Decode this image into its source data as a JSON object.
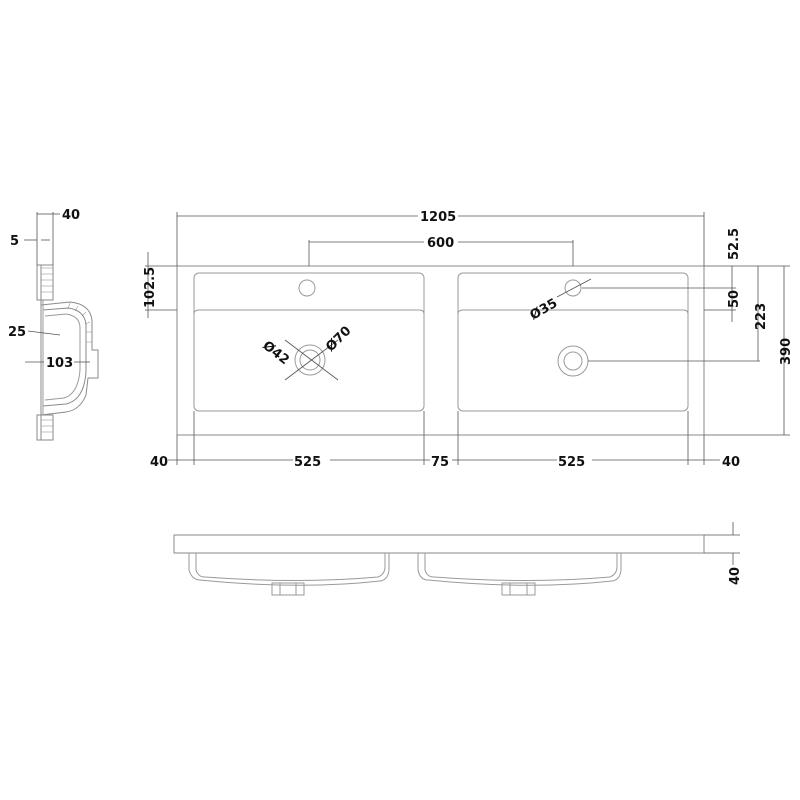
{
  "drawing": {
    "title": "Double basin vanity top technical drawing",
    "units": "mm",
    "side_view": {
      "dim_top_thickness": "40",
      "dim_wall": "5",
      "dim_basin_offset": "25",
      "dim_basin_depth": "103"
    },
    "plan_view": {
      "dim_overall_width": "1205",
      "dim_tap_centres": "600",
      "dim_front_edge": "102.5",
      "dim_tap_from_back": "52.5",
      "dim_tap_to_bowl": "50",
      "dim_waste_from_back": "223",
      "dim_overall_depth": "390",
      "dim_tap_hole_dia": "Ø35",
      "dim_waste_inner_dia": "Ø42",
      "dim_waste_outer_dia": "Ø70",
      "bottom_dims": [
        "40",
        "525",
        "75",
        "525",
        "40"
      ]
    },
    "front_view": {
      "dim_thickness": "40"
    },
    "line_color": "#8a8a8a",
    "text_color": "#111111"
  }
}
